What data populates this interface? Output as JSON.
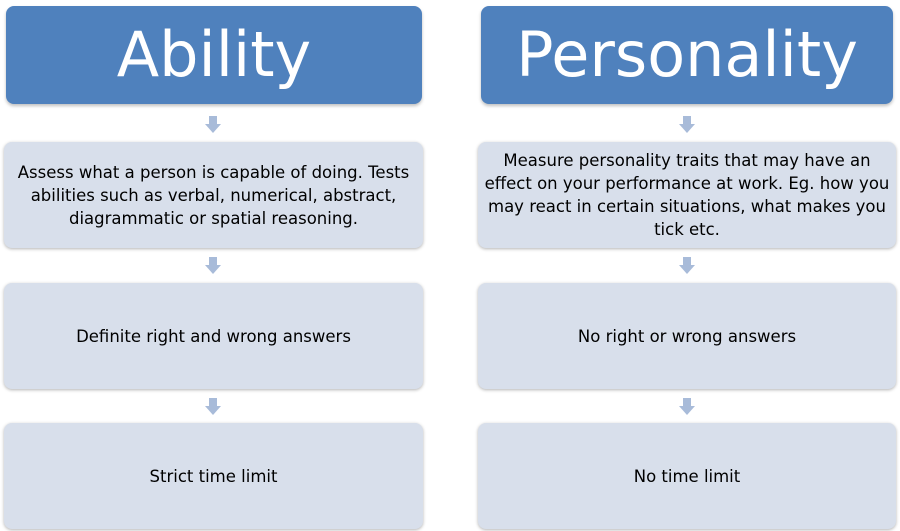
{
  "columns": [
    {
      "header": "Ability",
      "boxes": [
        "Assess what a person is capable of doing.  Tests abilities such as verbal, numerical, abstract, diagrammatic or spatial reasoning.",
        "Definite right and wrong answers",
        "Strict time limit"
      ]
    },
    {
      "header": "Personality",
      "boxes": [
        "Measure personality traits that may have an effect on your performance at work. Eg. how you may react in certain situations, what makes you tick etc.",
        "No right or wrong answers",
        "No time limit"
      ]
    }
  ],
  "colors": {
    "header_fill": "#4f81bd",
    "box_fill": "#d8dfeb",
    "arrow_fill": "#a8bbd9"
  }
}
